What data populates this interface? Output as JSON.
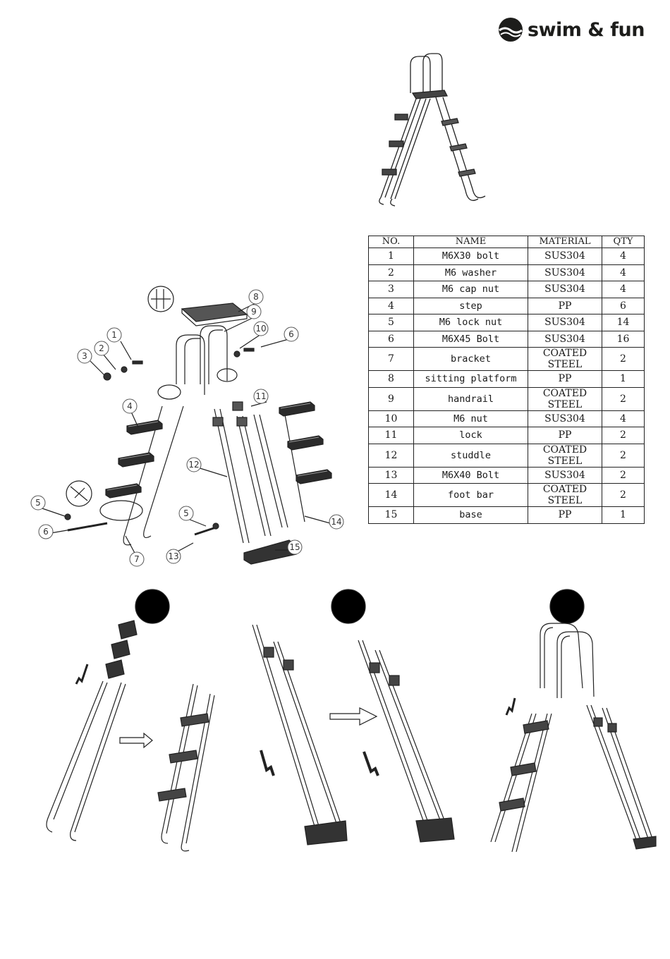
{
  "brand": {
    "name": "swim & fun"
  },
  "table": {
    "headers": [
      "NO.",
      "NAME",
      "MATERIAL",
      "QTY"
    ],
    "rows": [
      [
        "1",
        "M6X30 bolt",
        "SUS304",
        "4"
      ],
      [
        "2",
        "M6 washer",
        "SUS304",
        "4"
      ],
      [
        "3",
        "M6 cap nut",
        "SUS304",
        "4"
      ],
      [
        "4",
        "step",
        "PP",
        "6"
      ],
      [
        "5",
        "M6 lock nut",
        "SUS304",
        "14"
      ],
      [
        "6",
        "M6X45 Bolt",
        "SUS304",
        "16"
      ],
      [
        "7",
        "bracket",
        "COATED STEEL",
        "2"
      ],
      [
        "8",
        "sitting platform",
        "PP",
        "1"
      ],
      [
        "9",
        "handrail",
        "COATED STEEL",
        "2"
      ],
      [
        "10",
        "M6 nut",
        "SUS304",
        "4"
      ],
      [
        "11",
        "lock",
        "PP",
        "2"
      ],
      [
        "12",
        "studdle",
        "COATED STEEL",
        "2"
      ],
      [
        "13",
        "M6X40 Bolt",
        "SUS304",
        "2"
      ],
      [
        "14",
        "foot bar",
        "COATED STEEL",
        "2"
      ],
      [
        "15",
        "base",
        "PP",
        "1"
      ]
    ]
  },
  "callouts": [
    "1",
    "2",
    "3",
    "4",
    "5",
    "6",
    "7",
    "8",
    "9",
    "10",
    "6",
    "11",
    "12",
    "5",
    "13",
    "15",
    "14"
  ],
  "icons": {
    "logo": "swim-and-fun-logo-icon",
    "arrow": "direction-arrow-icon",
    "step_marker": "step-number-circle-icon"
  },
  "colors": {
    "line": "#222222",
    "part_fill": "#2b2b2b",
    "marker": "#000000"
  }
}
